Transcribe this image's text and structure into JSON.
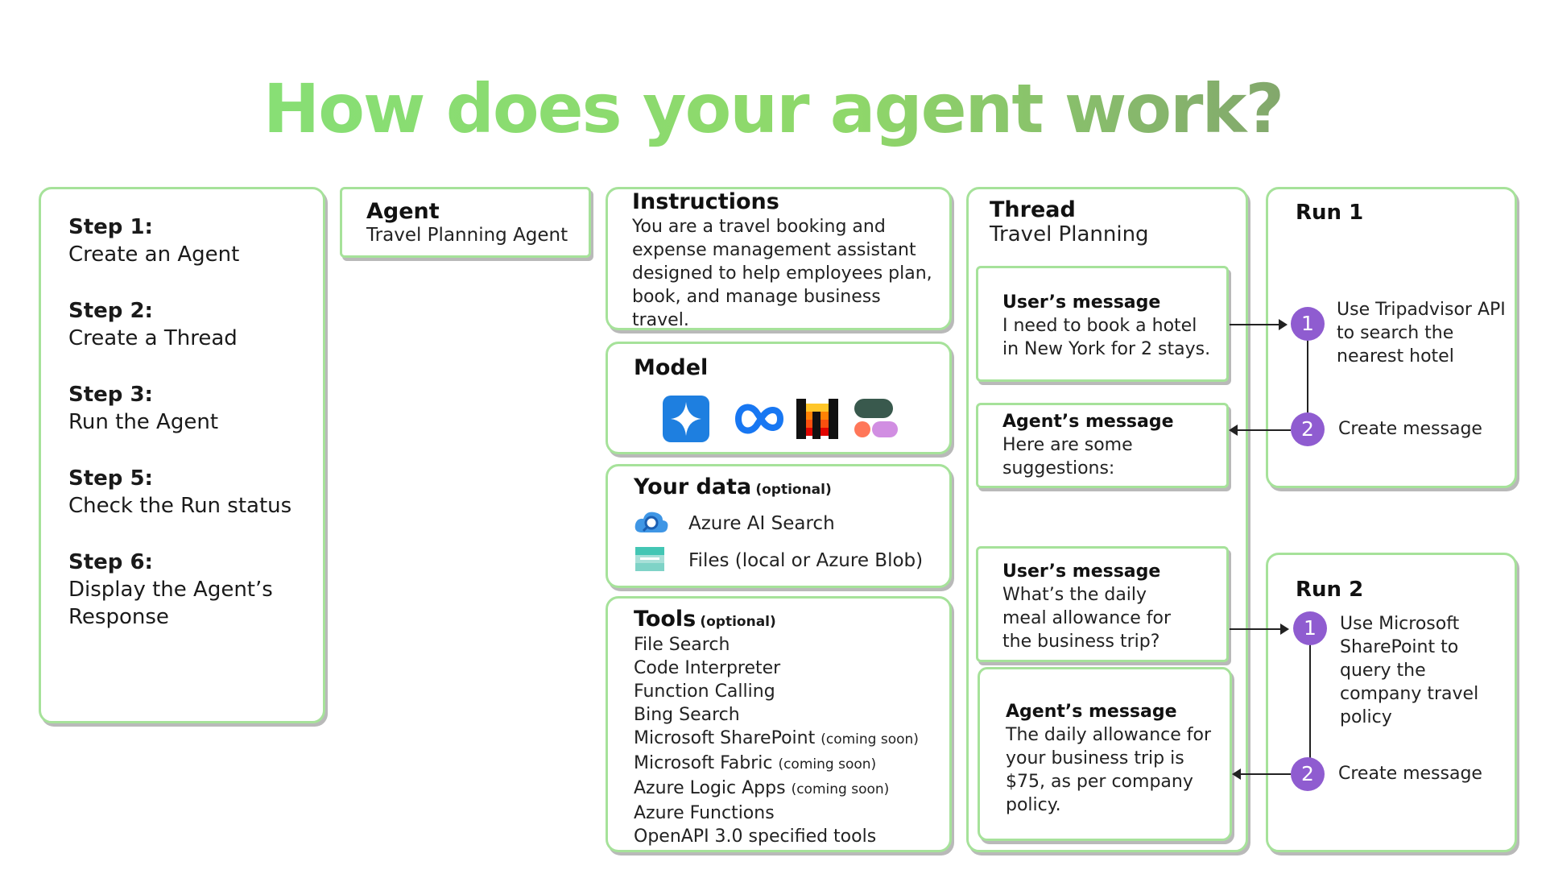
{
  "title": "How does your agent work?",
  "steps": [
    {
      "label": "Step 1:",
      "text": "Create an Agent"
    },
    {
      "label": "Step 2:",
      "text": "Create a Thread"
    },
    {
      "label": "Step 3:",
      "text": "Run the Agent"
    },
    {
      "label": "Step 5:",
      "text": "Check the Run status"
    },
    {
      "label": "Step 6:",
      "text": "Display the Agent’s Response"
    }
  ],
  "agent": {
    "heading": "Agent",
    "name": "Travel Planning Agent"
  },
  "instructions": {
    "heading": "Instructions",
    "text": "You are a travel booking and expense management assistant designed to help employees plan, book, and manage business travel."
  },
  "model": {
    "heading": "Model",
    "icons": [
      "sparkle-star-icon",
      "infinity-meta-icon",
      "mistral-blocks-icon",
      "bubble-shapes-icon"
    ]
  },
  "your_data": {
    "heading": "Your data",
    "optional": "(optional)",
    "items": [
      {
        "icon": "cloud-search-icon",
        "label": "Azure AI Search"
      },
      {
        "icon": "storage-files-icon",
        "label": "Files (local or Azure Blob)"
      }
    ]
  },
  "tools": {
    "heading": "Tools",
    "optional": "(optional)",
    "items": [
      {
        "label": "File Search",
        "note": ""
      },
      {
        "label": "Code Interpreter",
        "note": ""
      },
      {
        "label": "Function Calling",
        "note": ""
      },
      {
        "label": "Bing Search",
        "note": ""
      },
      {
        "label": "Microsoft SharePoint",
        "note": "(coming soon)"
      },
      {
        "label": "Microsoft Fabric",
        "note": "(coming soon)"
      },
      {
        "label": "Azure Logic Apps",
        "note": "(coming soon)"
      },
      {
        "label": "Azure Functions",
        "note": ""
      },
      {
        "label": "OpenAPI 3.0 specified tools",
        "note": ""
      }
    ]
  },
  "thread": {
    "heading": "Thread",
    "name": "Travel Planning",
    "messages": [
      {
        "title": "User’s message",
        "text": "I need to book a hotel in New York for 2 stays."
      },
      {
        "title": "Agent’s message",
        "text": "Here are some suggestions:"
      },
      {
        "title": "User’s message",
        "text": "What’s the daily meal allowance for the business trip?"
      },
      {
        "title": "Agent’s message",
        "text": "The daily allowance for your business trip is $75, as per company policy."
      }
    ]
  },
  "run1": {
    "heading": "Run 1",
    "steps": [
      {
        "num": "1",
        "text": "Use Tripadvisor API to search the nearest hotel"
      },
      {
        "num": "2",
        "text": "Create message"
      }
    ]
  },
  "run2": {
    "heading": "Run 2",
    "steps": [
      {
        "num": "1",
        "text": "Use Microsoft SharePoint to query the company travel policy"
      },
      {
        "num": "2",
        "text": "Create message"
      }
    ]
  },
  "colors": {
    "card_border": "#a6e29a",
    "badge": "#8f5cd0",
    "title_start": "#84e27a",
    "title_end": "#7b8a6e"
  }
}
